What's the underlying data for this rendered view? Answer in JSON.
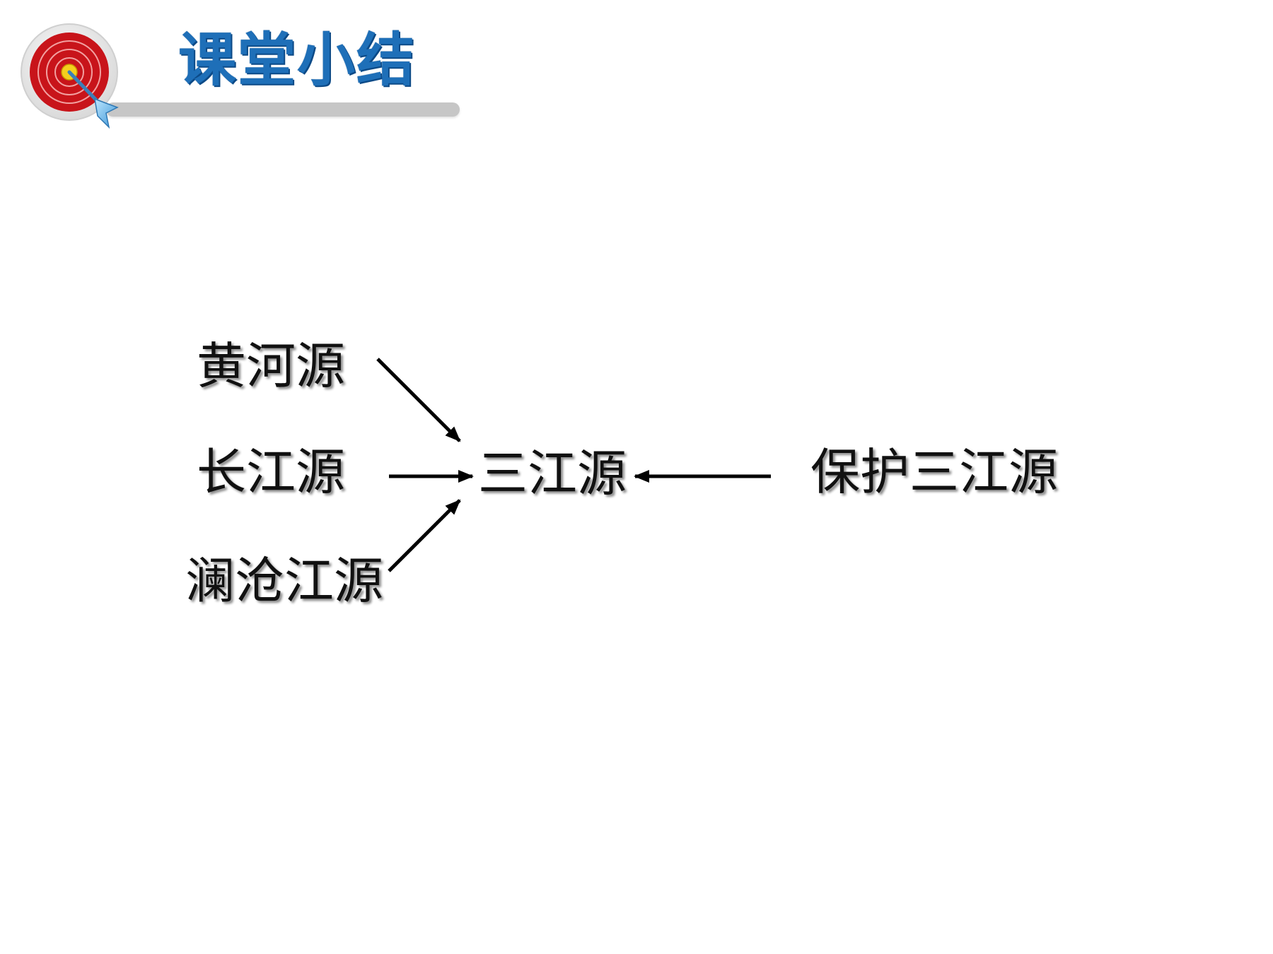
{
  "header": {
    "title": "课堂小结"
  },
  "diagram": {
    "sources": [
      {
        "label": "黄河源"
      },
      {
        "label": "长江源"
      },
      {
        "label": "澜沧江源"
      }
    ],
    "center": {
      "label": "三江源"
    },
    "action": {
      "label": "保护三江源"
    }
  },
  "colors": {
    "title_blue": "#1e6fb8",
    "target_red": "#c8141a",
    "bar_gray": "#c6c6c6",
    "text_black": "#111111"
  }
}
